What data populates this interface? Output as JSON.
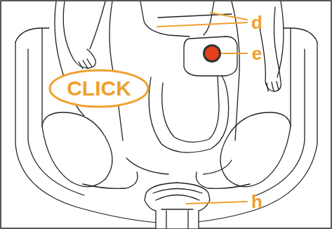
{
  "diagram": {
    "nodes": [
      {
        "text": [
          "CLICK"
        ]
      }
    ],
    "labels": [
      "d",
      "e",
      "h"
    ]
  }
}
